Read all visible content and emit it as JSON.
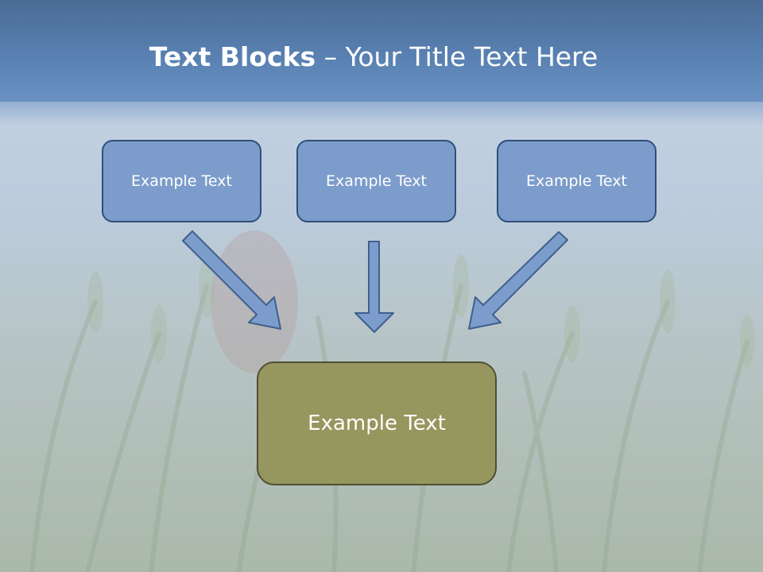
{
  "title": {
    "bold": "Text Blocks",
    "separator": " – ",
    "rest": "Your Title Text Here"
  },
  "blocks": [
    {
      "label": "Example Text"
    },
    {
      "label": "Example Text"
    },
    {
      "label": "Example Text"
    }
  ],
  "target": {
    "label": "Example Text"
  },
  "colors": {
    "header": "#5a82b3",
    "box_fill": "#7c9ccb",
    "box_border": "#2f4f7a",
    "target_fill": "#96965f",
    "arrow_fill": "#7c9ccb"
  }
}
